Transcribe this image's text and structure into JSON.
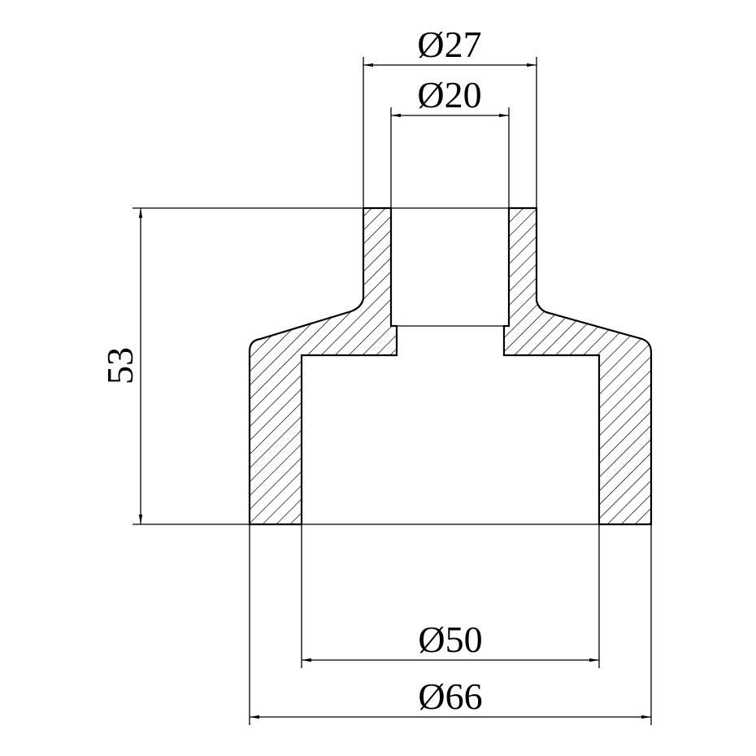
{
  "dimensions": {
    "outer_top_diameter": "Ø27",
    "inner_top_diameter": "Ø20",
    "height": "53",
    "inner_bottom_diameter": "Ø50",
    "outer_bottom_diameter": "Ø66"
  }
}
